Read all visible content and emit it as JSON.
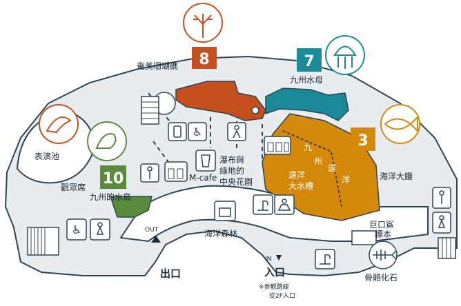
{
  "colors": {
    "outline": "#2b4456",
    "floor": "#e8ecef",
    "corridor": "#ffffff",
    "coral_zone": "#c5501e",
    "jelly_zone": "#1a8a98",
    "tank_zone": "#d4890a",
    "bird_zone": "#5a8a3c",
    "icon_stroke": "#2b4456"
  },
  "zones": {
    "amami": {
      "number": "8",
      "label": "奄美珊瑚礁",
      "icon": "coral-icon"
    },
    "jellyfish": {
      "number": "7",
      "label": "九州水母",
      "icon": "jellyfish-icon"
    },
    "tank": {
      "number": "3",
      "label_vertical_1": [
        "九",
        "州"
      ],
      "label_vertical_2": [
        "遠",
        "洋"
      ],
      "label_main": [
        "遠洋",
        "大水槽"
      ],
      "icon": "fish-icon"
    },
    "birds": {
      "number": "10",
      "label": "九州的水鳥",
      "icon": "bird-icon"
    }
  },
  "areas": {
    "show_pool": "表演池",
    "seats": "觀眾席",
    "ocean_hall": "海洋大廳",
    "garden": [
      "瀑布與",
      "綠地的",
      "中央花園"
    ],
    "mcafe": "M-cafe",
    "forest": "海洋森林",
    "shark": [
      "巨口鯊",
      "標本"
    ],
    "skeleton": "骨骼化石"
  },
  "entrances": {
    "out_label": "OUT",
    "exit": "出口",
    "in_label": "IN",
    "entrance": "入口",
    "note": [
      "※參觀路線",
      "從2F入口"
    ]
  },
  "icons": [
    "dolphin-icon",
    "coral-icon",
    "jellyfish-icon",
    "fish-icon",
    "bird-icon",
    "wheelchair-icon",
    "baby-icon",
    "toilet-icon",
    "elevator-icon",
    "cup-icon",
    "shop-icon",
    "coinlocker-icon",
    "fountain-icon",
    "restroom-man-icon",
    "restroom-woman-icon",
    "stairs-icon",
    "fish-skeleton-icon"
  ]
}
